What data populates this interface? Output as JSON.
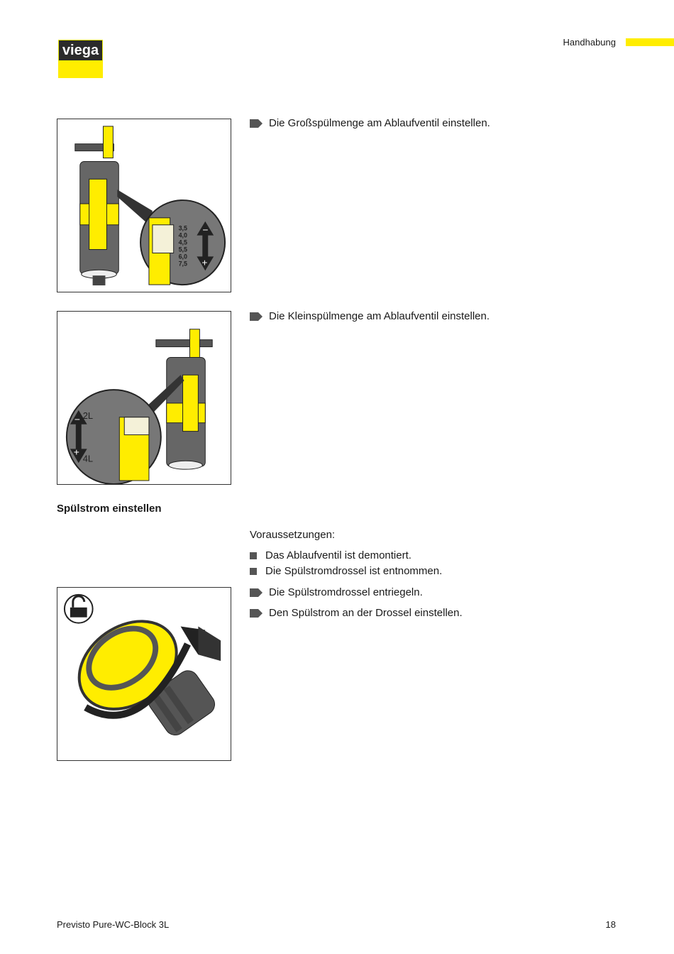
{
  "header": {
    "logo_text": "viega",
    "section": "Handhabung"
  },
  "colors": {
    "accent": "#ffed00",
    "dark": "#2b2b2b",
    "valve": "#555555"
  },
  "figures": {
    "fig1": {
      "scale_labels": [
        "3,5",
        "4,0",
        "4,5",
        "5,5",
        "6,0",
        "7,5"
      ],
      "minus": "−",
      "plus": "+"
    },
    "fig2": {
      "top_label": "2L",
      "bottom_label": "4L",
      "minus": "−",
      "plus": "+"
    },
    "fig3": {
      "icon": "unlock-icon"
    }
  },
  "steps": {
    "s1": "Die Großspülmenge am Ablaufventil einstellen.",
    "s2": "Die Kleinspülmenge am Ablaufventil einstellen.",
    "s3": "Die Spülstromdrossel entriegeln.",
    "s4": "Den Spülstrom an der Drossel einstellen."
  },
  "section_heading": "Spülstrom einstellen",
  "prerequisites": {
    "label": "Voraussetzungen:",
    "items": [
      "Das Ablaufventil ist demontiert.",
      "Die Spülstromdrossel ist entnommen."
    ]
  },
  "footer": {
    "product": "Previsto Pure-WC-Block 3L",
    "page": "18"
  }
}
